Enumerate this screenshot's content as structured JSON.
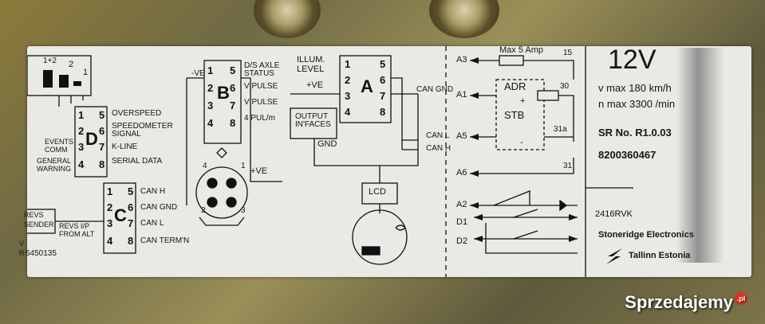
{
  "tacho_label": {
    "relay": {
      "pin_a": "1+2",
      "pin_b": "2",
      "pin_c": "1"
    },
    "connector_d": {
      "letter": "D",
      "pins": [
        "1",
        "2",
        "3",
        "4",
        "5",
        "6",
        "7",
        "8"
      ],
      "signals": [
        "OVERSPEED",
        "SPEEDOMETER",
        "SIGNAL",
        "K-LINE",
        "SERIAL DATA"
      ],
      "left_labels": [
        "EVENTS",
        "COMM",
        "GENERAL",
        "WARNING"
      ]
    },
    "connector_b": {
      "letter": "B",
      "neg": "-VE",
      "pins": [
        "1",
        "2",
        "3",
        "4",
        "5",
        "6",
        "7",
        "8"
      ],
      "signals": [
        "D/S AXLE",
        "STATUS",
        "V PULSE",
        "V PULSE",
        "4 PUL/m"
      ],
      "din_pins": [
        "4",
        "1",
        "2",
        "3"
      ],
      "pos": "+VE"
    },
    "connector_c": {
      "letter": "C",
      "pins": [
        "1",
        "2",
        "3",
        "4",
        "5",
        "6",
        "7",
        "8"
      ],
      "signals": [
        "CAN H",
        "CAN GND",
        "CAN L",
        "CAN TERM'N"
      ],
      "revs_sender": [
        "REVS",
        "SENDER"
      ],
      "revs_ip": [
        "REVS I/P",
        "FROM ALT"
      ]
    },
    "footer_left": {
      "v": "V",
      "r": "R",
      "number": "6450135"
    },
    "connector_a": {
      "letter": "A",
      "title": [
        "ILLUM.",
        "LEVEL"
      ],
      "pos": "+VE",
      "pins": [
        "1",
        "2",
        "3",
        "4",
        "5",
        "6",
        "7",
        "8"
      ],
      "output": [
        "OUTPUT",
        "IN'FACES"
      ],
      "gnd": "GND",
      "can_gnd": "CAN GND",
      "can_l": "CAN L",
      "can_h": "CAN H",
      "lcd": "LCD"
    },
    "right_circuit": {
      "terminals": [
        "A3",
        "A1",
        "A5",
        "A6",
        "A2",
        "D1",
        "D2"
      ],
      "max_amp": "Max 5 Amp",
      "nums": [
        "15",
        "30",
        "31a",
        "31"
      ],
      "adr": "ADR",
      "stb": "STB",
      "plus": "+",
      "minus": "-"
    },
    "spec": {
      "voltage": "12V",
      "vmax": "v max  180  km/h",
      "nmax": "n max  3300 /min",
      "sr": "SR No.  R1.0.03",
      "part": "8200360467",
      "model": "2416RVK",
      "maker": "Stoneridge Electronics",
      "city": "Tallinn Estonia"
    }
  },
  "watermark": {
    "text": "Sprzedajemy",
    "tld": ".pl"
  }
}
